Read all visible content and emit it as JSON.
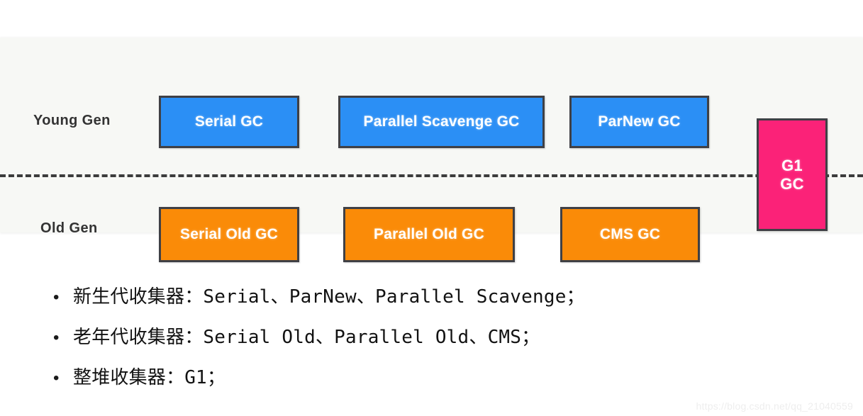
{
  "colors": {
    "panel_background": "#f7f8f5",
    "page_background": "#ffffff",
    "young_gen_box": "#2b8ff5",
    "old_gen_box": "#fa8b08",
    "whole_heap_box": "#fb2278",
    "box_border": "#3f4045",
    "divider": "#3c3c3c",
    "label_text": "#333333",
    "bullet_text": "#121212",
    "watermark_text": "#eeeeee"
  },
  "diagram": {
    "rows": [
      {
        "label": "Young Gen"
      },
      {
        "label": "Old Gen"
      }
    ],
    "young_gen_boxes": [
      {
        "label": "Serial GC"
      },
      {
        "label": "Parallel Scavenge GC"
      },
      {
        "label": "ParNew GC"
      }
    ],
    "old_gen_boxes": [
      {
        "label": "Serial Old GC"
      },
      {
        "label": "Parallel Old GC"
      },
      {
        "label": "CMS GC"
      }
    ],
    "whole_heap_box": {
      "line1": "G1",
      "line2": "GC"
    },
    "divider_style": "dashed"
  },
  "bullets": [
    {
      "marker": "•",
      "text": "新生代收集器：Serial、ParNew、Parallel Scavenge；"
    },
    {
      "marker": "•",
      "text": "老年代收集器：Serial Old、Parallel Old、CMS；"
    },
    {
      "marker": "•",
      "text": "整堆收集器：G1；"
    }
  ],
  "watermark": {
    "text": "https://blog.csdn.net/qq_21040559"
  }
}
